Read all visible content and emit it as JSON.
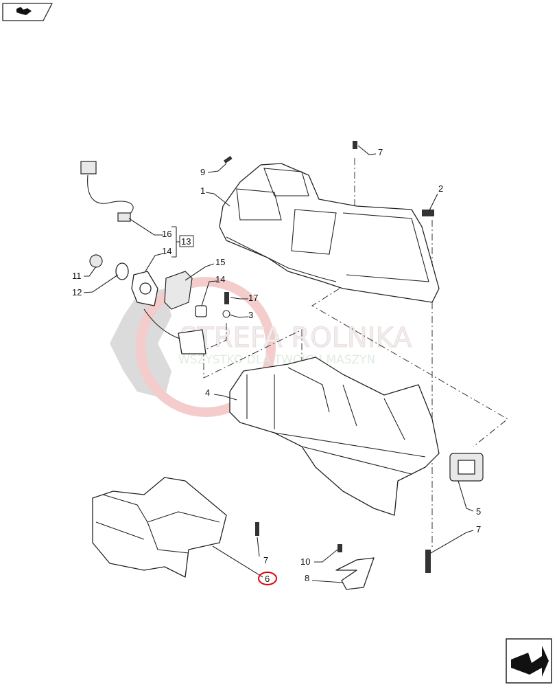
{
  "watermark": {
    "title": "STREFA ROLNIKA",
    "subtitle": "WSZYSTKO DLA TWOICH MASZYN"
  },
  "callouts": {
    "c1": "1",
    "c2": "2",
    "c3": "3",
    "c4": "4",
    "c5": "5",
    "c6": "6",
    "c7a": "7",
    "c7b": "7",
    "c7c": "7",
    "c8": "8",
    "c9": "9",
    "c10": "10",
    "c11": "11",
    "c12": "12",
    "c13": "13",
    "c14a": "14",
    "c14b": "14",
    "c15": "15",
    "c16": "16",
    "c17": "17"
  },
  "highlight": {
    "callout": "6",
    "color": "#e00000"
  },
  "icons": {
    "top_left": "book-nav-icon",
    "bottom_right": "next-page-arrow-icon"
  }
}
